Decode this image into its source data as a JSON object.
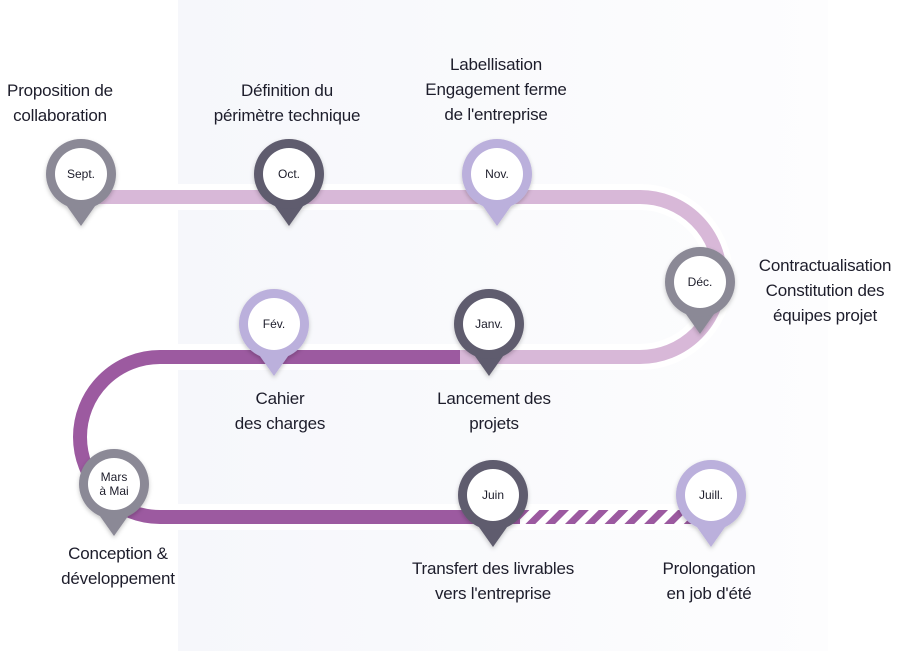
{
  "colors": {
    "light_path": "#d8b8d8",
    "dark_path": "#9c5aa0",
    "stripe": "#9c5aa0",
    "pin_dark": "#5e5b6e",
    "pin_gray": "#8b8996",
    "pin_light": "#bbb0dc"
  },
  "milestones": [
    {
      "month": [
        "Sept."
      ],
      "label": [
        "Proposition de",
        "collaboration"
      ],
      "pin_tone": "pin_gray"
    },
    {
      "month": [
        "Oct."
      ],
      "label": [
        "Définition du",
        "périmètre technique"
      ],
      "pin_tone": "pin_dark"
    },
    {
      "month": [
        "Nov."
      ],
      "label": [
        "Labellisation",
        "Engagement ferme",
        "de l'entreprise"
      ],
      "pin_tone": "pin_light"
    },
    {
      "month": [
        "Déc."
      ],
      "label": [
        "Contractualisation",
        "Constitution des",
        "équipes projet"
      ],
      "pin_tone": "pin_gray"
    },
    {
      "month": [
        "Janv."
      ],
      "label": [
        "Lancement des",
        "projets"
      ],
      "pin_tone": "pin_dark"
    },
    {
      "month": [
        "Fév."
      ],
      "label": [
        "Cahier",
        "des charges"
      ],
      "pin_tone": "pin_light"
    },
    {
      "month": [
        "Mars",
        "à Mai"
      ],
      "label": [
        "Conception &",
        "développement"
      ],
      "pin_tone": "pin_gray"
    },
    {
      "month": [
        "Juin"
      ],
      "label": [
        "Transfert des livrables",
        "vers l'entreprise"
      ],
      "pin_tone": "pin_dark"
    },
    {
      "month": [
        "Juill."
      ],
      "label": [
        "Prolongation",
        "en job d'été"
      ],
      "pin_tone": "pin_light"
    }
  ]
}
